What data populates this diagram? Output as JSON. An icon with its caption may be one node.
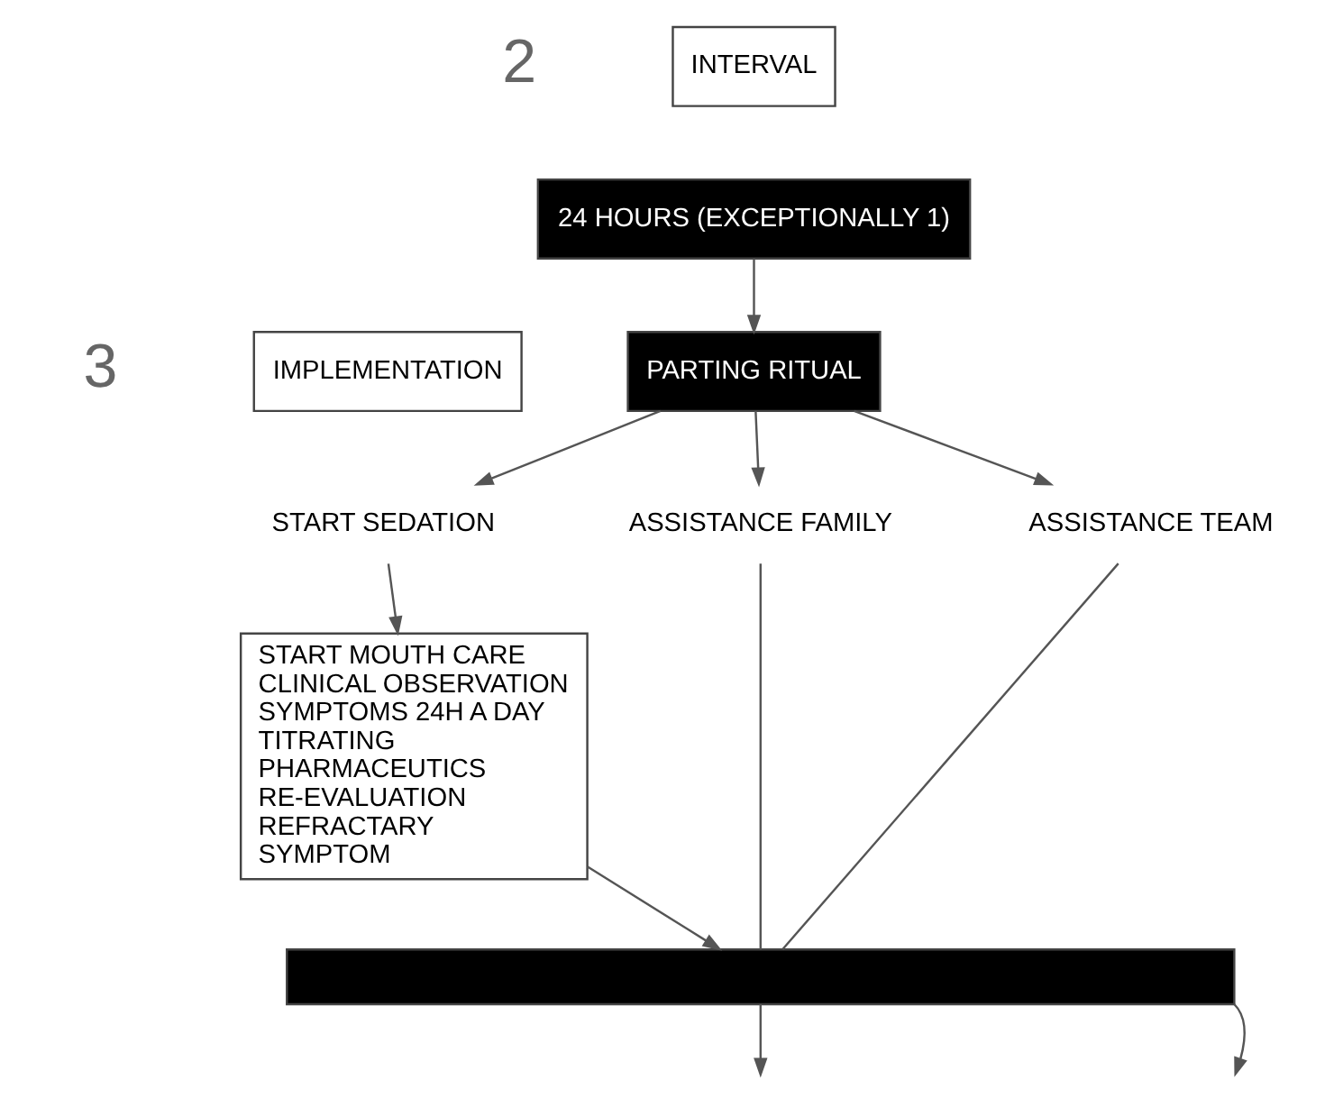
{
  "diagram": {
    "nodes": [
      {
        "text": [
          "INTERVAL"
        ]
      },
      {
        "text": [
          "24 HOURS (EXCEPTIONALLY 1)"
        ]
      },
      {
        "text": [
          "PARTING RITUAL"
        ]
      },
      {
        "text": [
          "IMPLEMENTATION"
        ]
      },
      {
        "text": [
          "START SEDATION"
        ]
      },
      {
        "text": [
          "ASSISTANCE FAMILY"
        ]
      },
      {
        "text": [
          "ASSISTANCE TEAM"
        ]
      },
      {
        "text": [
          "START MOUTH CARE",
          "CLINICAL OBSERVATION",
          "SYMPTOMS 24H A DAY",
          "TITRATING",
          "PHARMACEUTICS",
          "RE-EVALUATION",
          "REFRACTARY",
          "SYMPTOM"
        ]
      },
      {
        "text": [],
        "shape": "bar"
      }
    ],
    "edges": [
      {
        "from": 1,
        "to": 2,
        "arrow": "to"
      },
      {
        "from": 2,
        "to": 4,
        "arrow": "to"
      },
      {
        "from": 2,
        "to": 5,
        "arrow": "to"
      },
      {
        "from": 2,
        "to": 6,
        "arrow": "to"
      },
      {
        "from": 4,
        "to": 7,
        "arrow": "to"
      },
      {
        "from": 7,
        "to": 8,
        "arrow": "to"
      },
      {
        "from": 5,
        "to": 8,
        "arrow": "none"
      },
      {
        "from": 6,
        "to": 8,
        "arrow": "none"
      },
      {
        "from": 8,
        "to": null,
        "arrow": "to"
      },
      {
        "from": 8,
        "to": null,
        "arrow": "to"
      }
    ],
    "labels": [
      "2",
      "3"
    ]
  }
}
